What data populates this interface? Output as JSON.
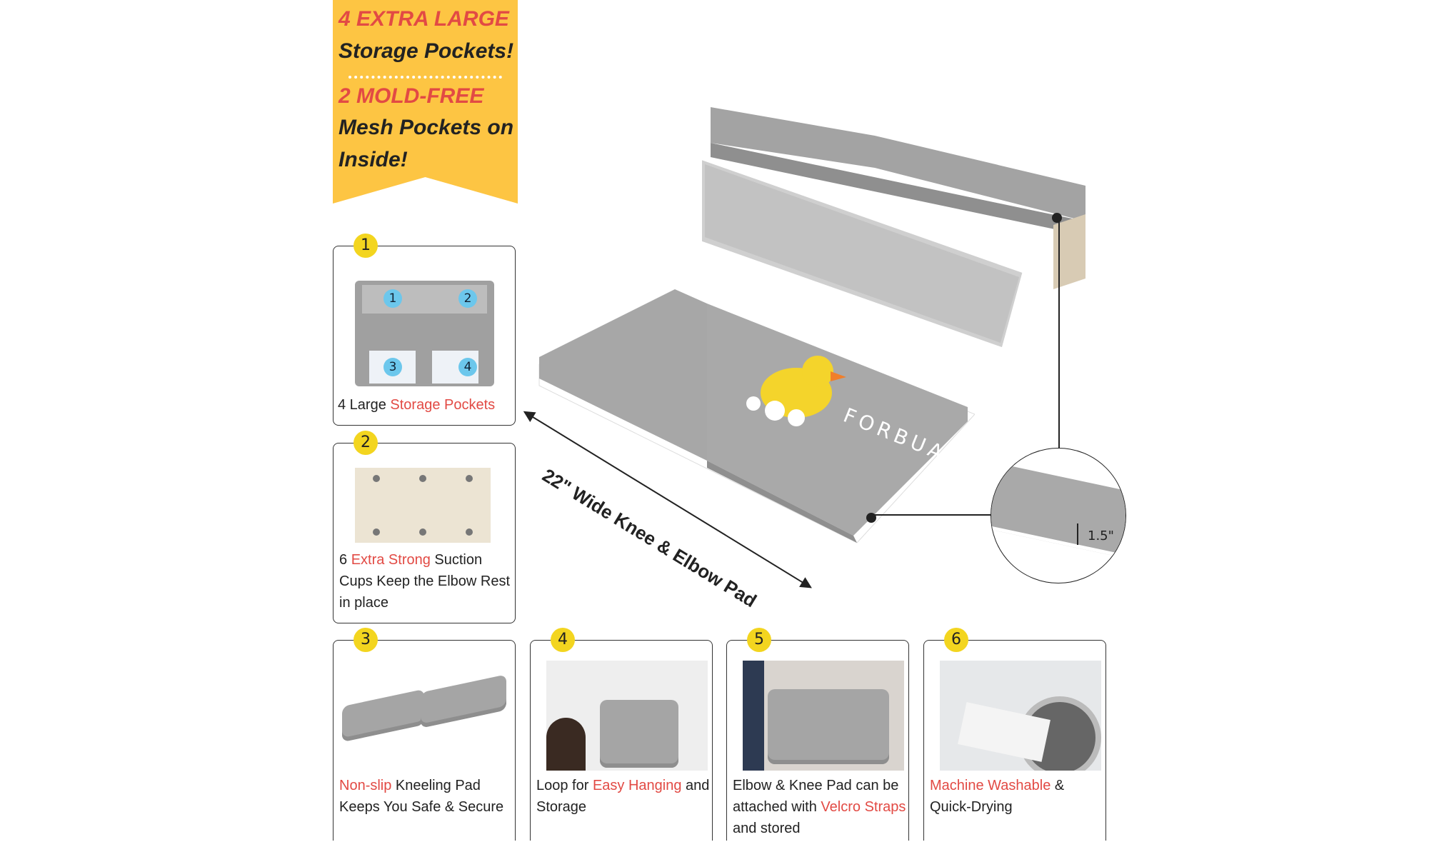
{
  "banner": {
    "line1": "4 EXTRA LARGE",
    "line2": "Storage Pockets!",
    "line3": "2 MOLD-FREE",
    "line4": "Mesh Pockets on",
    "line5": "Inside!"
  },
  "product": {
    "brand": "FORBUA",
    "width_label": "22\" Wide Knee & Elbow Pad",
    "thickness_label": "1.5\""
  },
  "features": [
    {
      "number": "1",
      "pre": "4 Large ",
      "highlight": "Storage Pockets",
      "post": "",
      "pocket_numbers": [
        "1",
        "2",
        "3",
        "4"
      ]
    },
    {
      "number": "2",
      "pre": "6 ",
      "highlight": "Extra Strong",
      "post": " Suction Cups Keep the Elbow Rest in place"
    },
    {
      "number": "3",
      "pre": "",
      "highlight": "Non-slip",
      "post": " Kneeling Pad Keeps You Safe & Secure"
    },
    {
      "number": "4",
      "pre": "Loop for ",
      "highlight": "Easy Hanging",
      "post": " and Storage"
    },
    {
      "number": "5",
      "pre": "Elbow & Knee Pad can be attached with ",
      "highlight": "Velcro Straps",
      "post": " and stored"
    },
    {
      "number": "6",
      "pre": "",
      "highlight": "Machine Washable",
      "post": " & Quick-Drying"
    }
  ],
  "colors": {
    "banner": "#fdc543",
    "highlight": "#e24a44",
    "badge": "#f3d51f",
    "pad": "#a5a5a5"
  }
}
